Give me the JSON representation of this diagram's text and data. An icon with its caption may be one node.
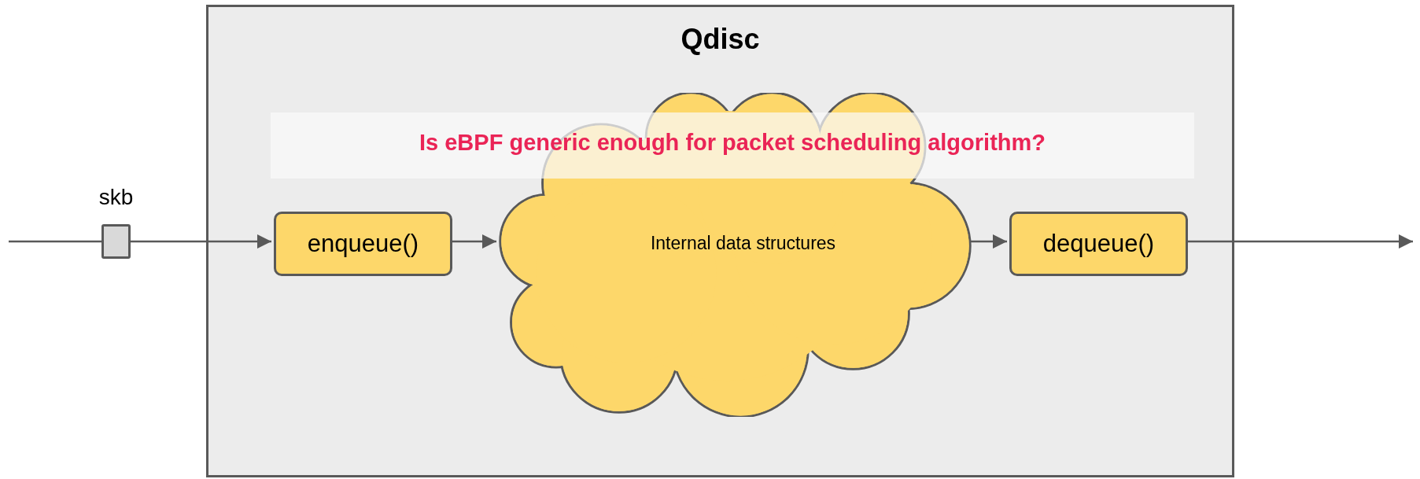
{
  "diagram": {
    "nodes": [
      {
        "text": [
          "Qdisc"
        ]
      },
      {
        "text": [
          "Is eBPF generic enough for packet scheduling algorithm?"
        ],
        "in": 0
      },
      {
        "text": [],
        "shape": "box",
        "beside": [
          "skb"
        ]
      },
      {
        "text": [
          "enqueue()"
        ],
        "in": 0
      },
      {
        "text": [
          "Internal data structures"
        ],
        "in": 0
      },
      {
        "text": [
          "dequeue()"
        ],
        "in": 0
      }
    ],
    "edges": [
      {
        "from": null,
        "to": 2,
        "arrow": "none"
      },
      {
        "from": 2,
        "to": 3,
        "arrow": "to"
      },
      {
        "from": 3,
        "to": 4,
        "arrow": "to"
      },
      {
        "from": 4,
        "to": 5,
        "arrow": "to"
      },
      {
        "from": 5,
        "to": null,
        "arrow": "to"
      }
    ]
  }
}
